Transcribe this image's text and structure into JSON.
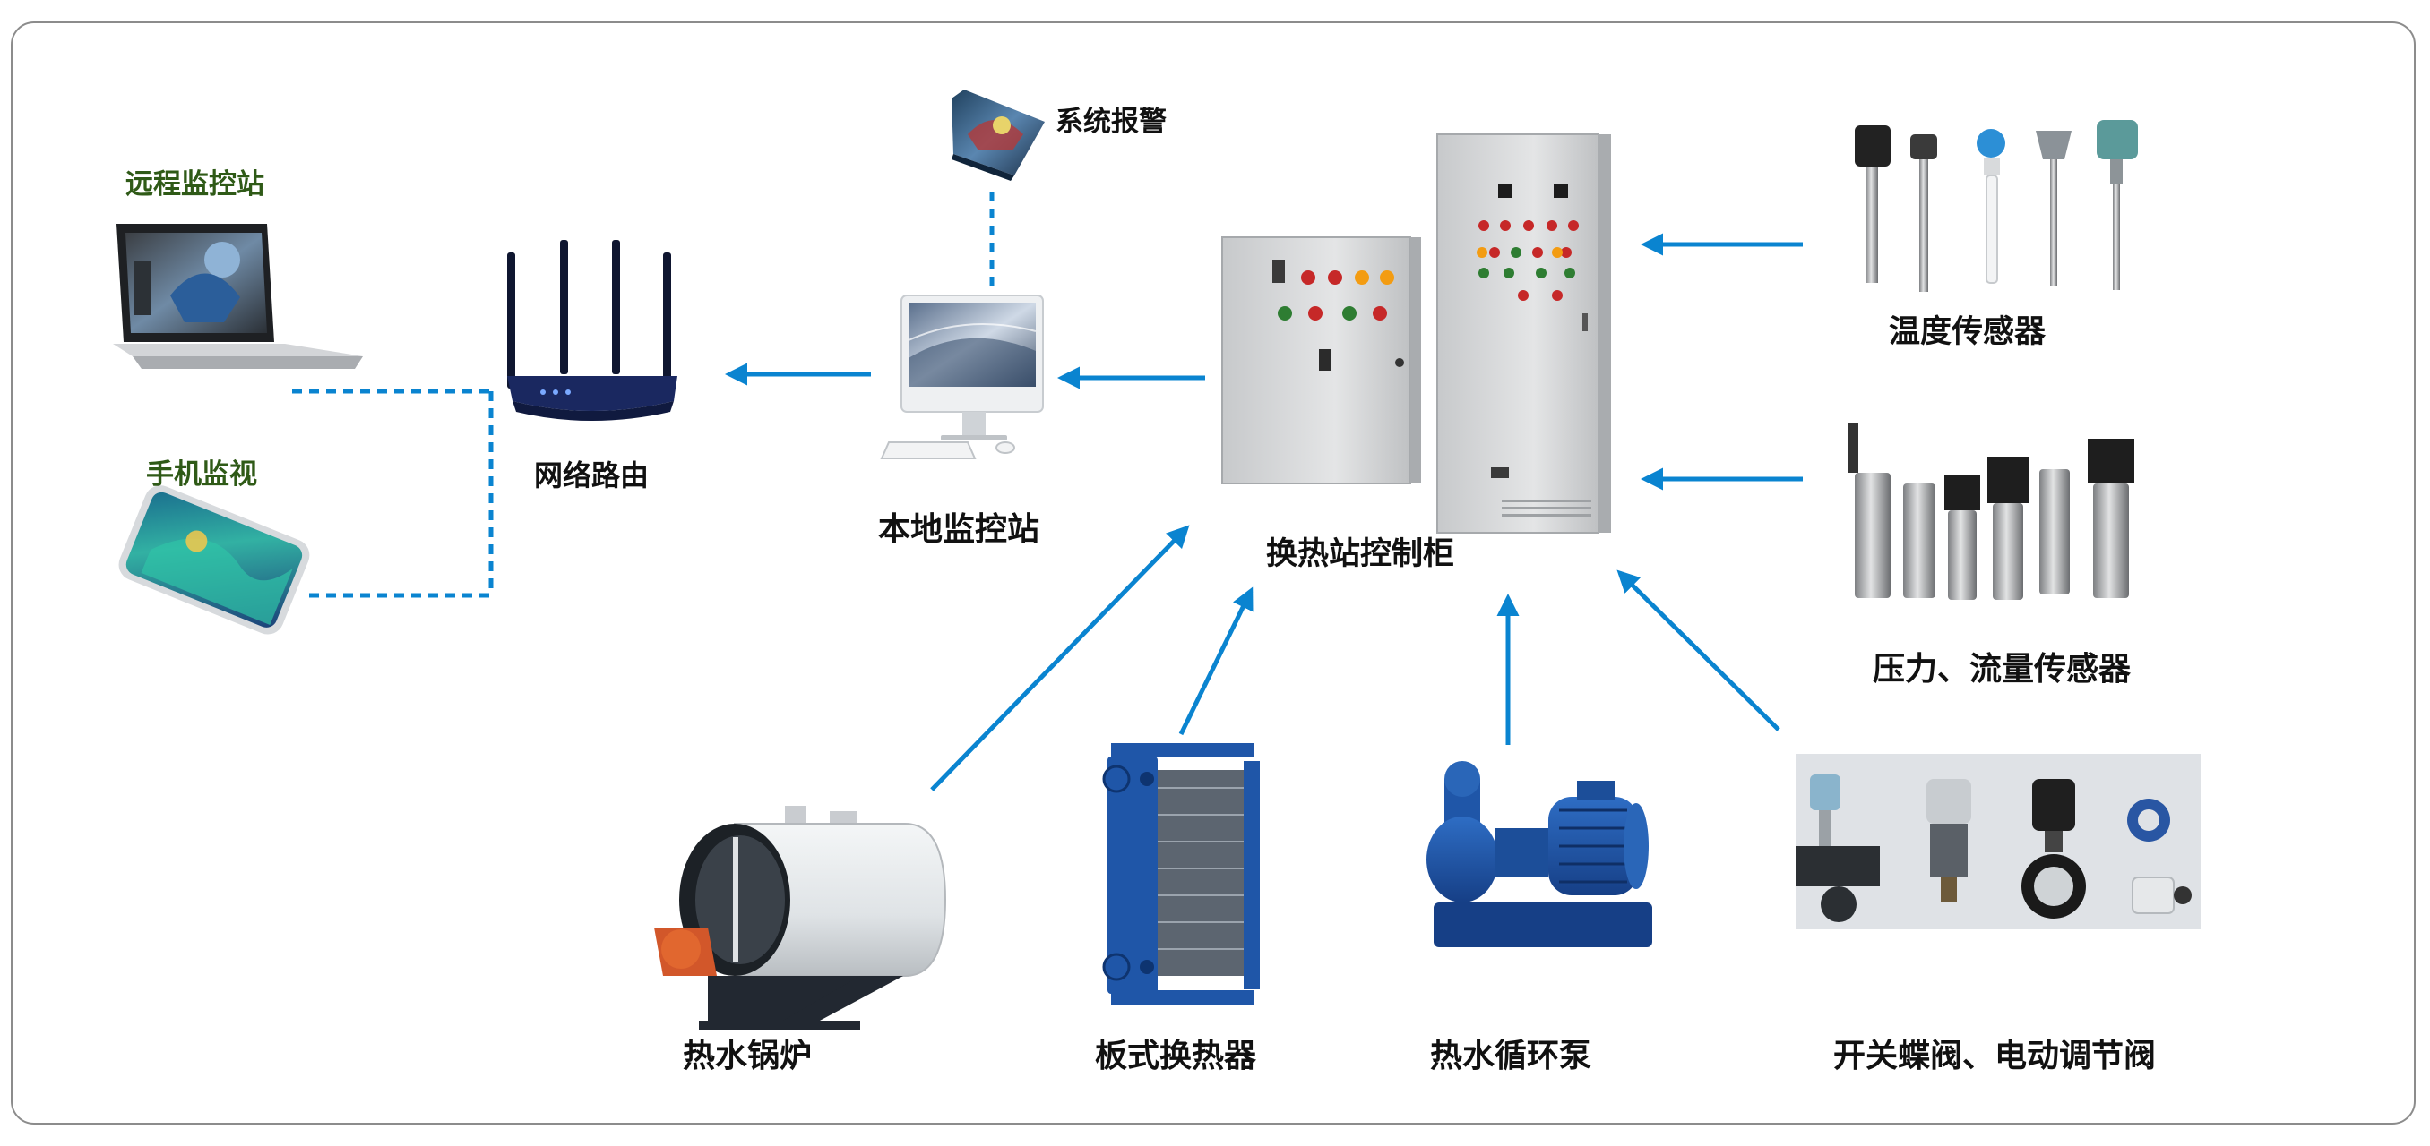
{
  "nodes": {
    "remote_station": "远程监控站",
    "mobile_monitor": "手机监视",
    "router": "网络路由",
    "system_alarm": "系统报警",
    "local_station": "本地监控站",
    "control_cabinet": "换热站控制柜",
    "temp_sensor": "温度传感器",
    "pressure_flow_sensor": "压力、流量传感器",
    "hot_water_boiler": "热水锅炉",
    "plate_heat_exchanger": "板式换热器",
    "circulation_pump": "热水循环泵",
    "valves": "开关蝶阀、电动调节阀"
  },
  "colors": {
    "arrow": "#0a84d0",
    "label_green": "#2f5a17",
    "cabinet": "#d4d6d8",
    "equipment_blue": "#1f56a8"
  },
  "icons": [
    "laptop-icon",
    "phone-icon",
    "router-icon",
    "alarm-card-icon",
    "desktop-computer-icon",
    "control-cabinet-icon",
    "temperature-sensor-icon",
    "pressure-sensor-icon",
    "boiler-icon",
    "heat-exchanger-icon",
    "pump-icon",
    "valve-icon"
  ]
}
